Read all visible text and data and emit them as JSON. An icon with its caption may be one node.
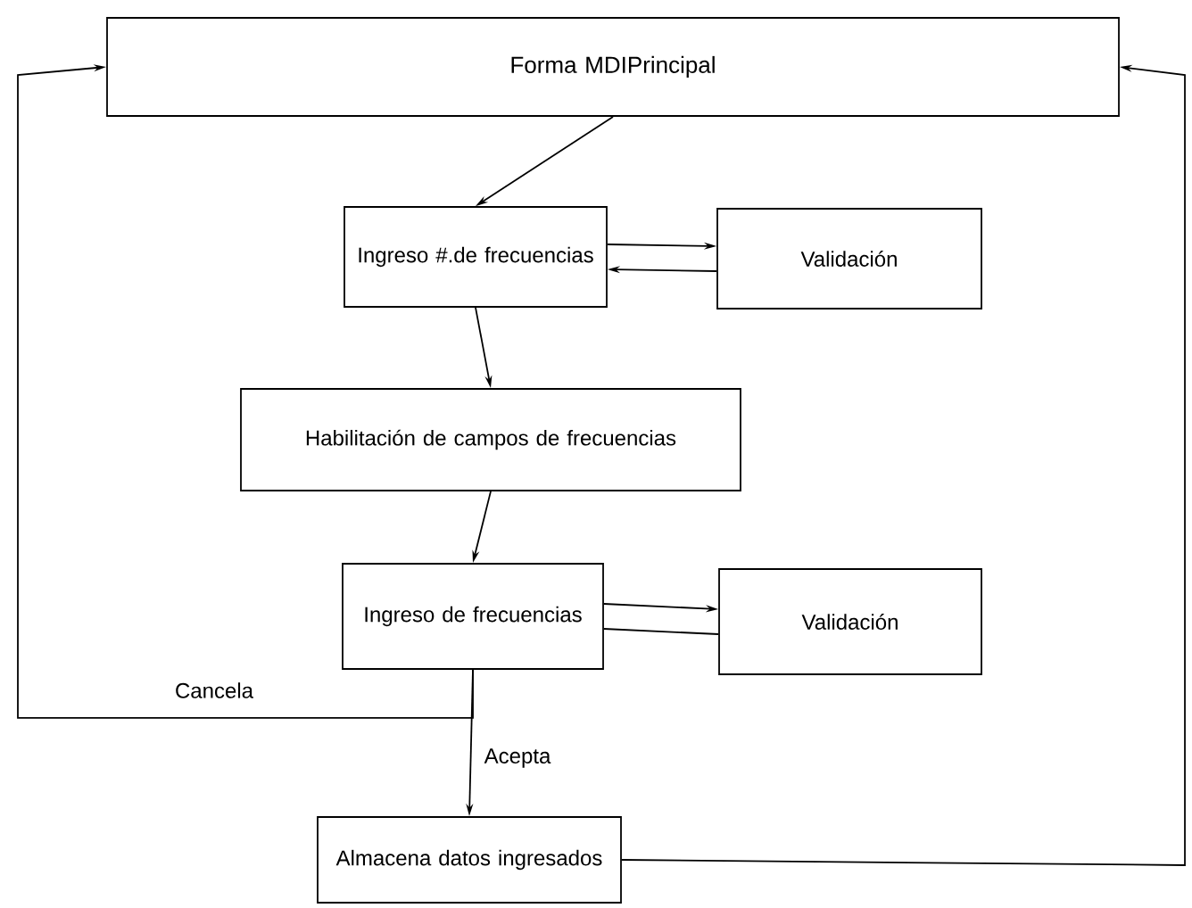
{
  "diagram": {
    "nodes": [
      {
        "text": [
          "Forma MDIPrincipal"
        ]
      },
      {
        "text": [
          "Ingreso #.de frecuencias"
        ]
      },
      {
        "text": [
          "Validación"
        ]
      },
      {
        "text": [
          "Habilitación de campos de frecuencias"
        ]
      },
      {
        "text": [
          "Ingreso de frecuencias"
        ]
      },
      {
        "text": [
          "Validación"
        ]
      },
      {
        "text": [
          "Almacena datos ingresados"
        ]
      }
    ],
    "edges": [
      {
        "from": 0,
        "to": 1,
        "arrow": "to"
      },
      {
        "from": 1,
        "to": 2,
        "arrow": "to"
      },
      {
        "from": 2,
        "to": 1,
        "arrow": "to"
      },
      {
        "from": 1,
        "to": 3,
        "arrow": "to"
      },
      {
        "from": 3,
        "to": 4,
        "arrow": "to"
      },
      {
        "from": 4,
        "to": 5,
        "arrow": "to"
      },
      {
        "from": 5,
        "to": 4,
        "arrow": "none"
      },
      {
        "from": 4,
        "to": 0,
        "arrow": "to",
        "label": "Cancela"
      },
      {
        "from": 4,
        "to": 6,
        "arrow": "to",
        "label": "Acepta"
      },
      {
        "from": 6,
        "to": 0,
        "arrow": "to"
      }
    ]
  }
}
